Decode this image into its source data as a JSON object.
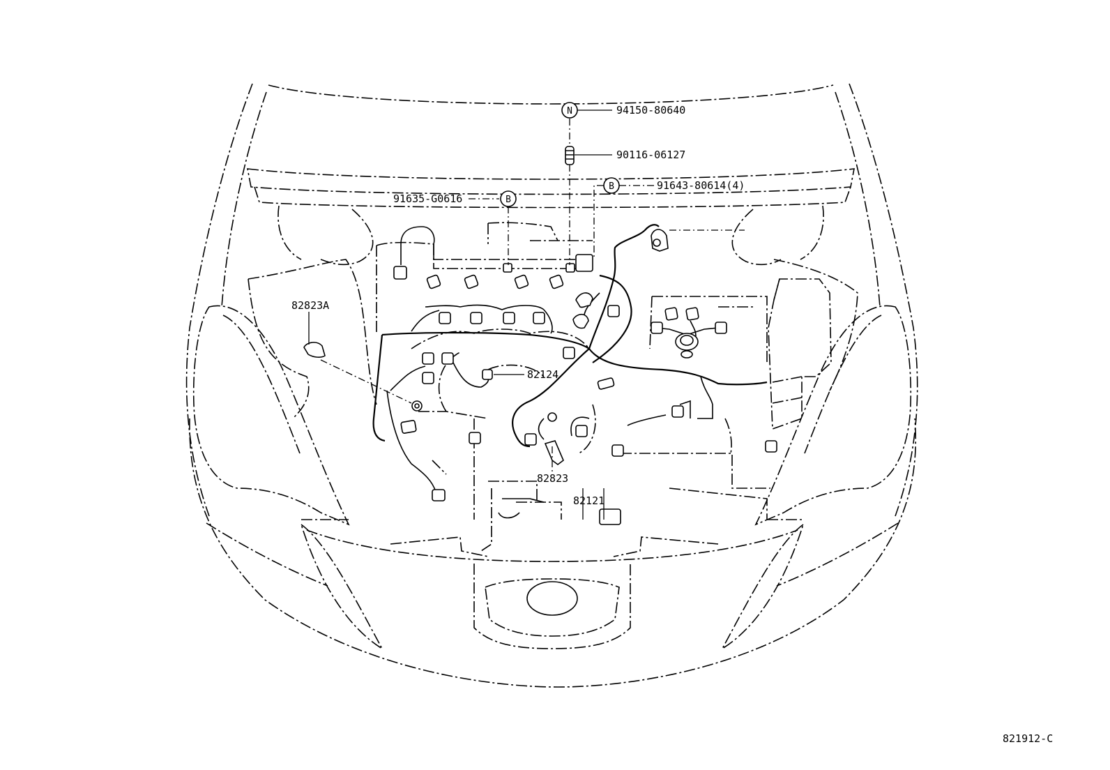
{
  "diagram": {
    "callouts": {
      "bolt_94150": "94150-80640",
      "stud_90116": "90116-06127",
      "bolt_91643": "91643-80614(4)",
      "bolt_91635": "91635-G0616",
      "clamp_82823A": "82823A",
      "harness_82124": "82124",
      "clamp_82823": "82823",
      "harness_82121": "82121"
    },
    "markers": {
      "n": "N",
      "b1": "B",
      "b2": "B"
    },
    "figure_id": "821912-C"
  }
}
